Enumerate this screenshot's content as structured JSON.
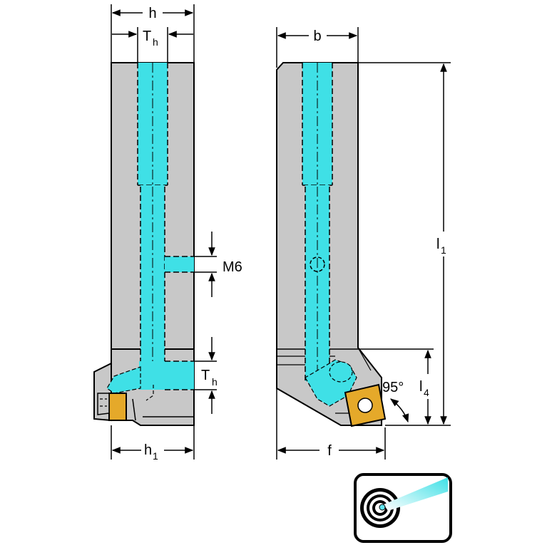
{
  "labels": {
    "h": "h",
    "th_top_main": "T",
    "th_top_sub": "h",
    "b": "b",
    "l1_main": "l",
    "l1_sub": "1",
    "m6": "M6",
    "th_right_main": "T",
    "th_right_sub": "h",
    "angle": "95°",
    "l4_main": "l",
    "l4_sub": "4",
    "h1_main": "h",
    "h1_sub": "1",
    "f": "f"
  },
  "colors": {
    "body": "#c8c8c8",
    "coolant": "#3fe0e6",
    "insert": "#e5a92a",
    "outline": "#000000",
    "icon_beam": "#5fe8f2"
  },
  "icon": {
    "name": "internal-coolant-target-icon"
  }
}
